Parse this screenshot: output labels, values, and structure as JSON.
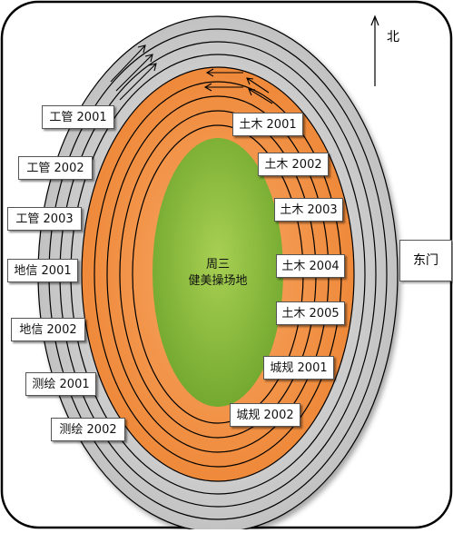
{
  "north_label": "北",
  "gate_label": "东门",
  "center": {
    "line1": "周三",
    "line2": "健美操场地"
  },
  "gray_track_labels": [
    "工管 2001",
    "工管 2002",
    "工管 2003",
    "地信 2001",
    "地信 2002",
    "测绘 2001",
    "测绘 2002"
  ],
  "orange_track_labels": [
    "土木 2001",
    "土木 2002",
    "土木 2003",
    "土木 2004",
    "土木 2005",
    "城规 2001",
    "城规 2002"
  ],
  "colors": {
    "field": "#8fc03e",
    "orange_track": "#f39547",
    "gray_track": "#cfcfcf",
    "frame": "#000000",
    "ring_line": "#000000"
  }
}
